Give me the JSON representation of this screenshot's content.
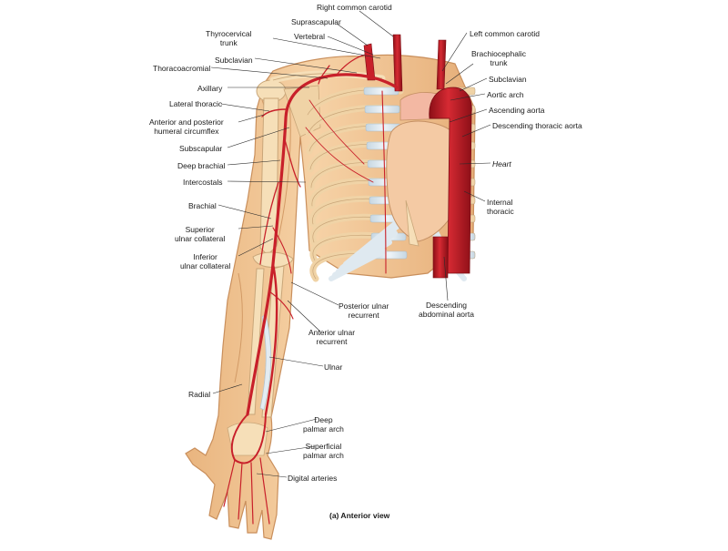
{
  "labels": {
    "right_common_carotid": "Right common carotid",
    "suprascapular": "Suprascapular",
    "thyrocervical_trunk": "Thyrocervical\ntrunk",
    "vertebral": "Vertebral",
    "subclavian_right": "Subclavian",
    "thoracoacromial": "Thoracoacromial",
    "axillary": "Axillary",
    "lateral_thoracic": "Lateral thoracic",
    "humeral_circumflex": "Anterior and posterior\nhumeral circumflex",
    "subscapular": "Subscapular",
    "deep_brachial": "Deep brachial",
    "intercostals": "Intercostals",
    "brachial": "Brachial",
    "superior_ulnar_collateral": "Superior\nulnar collateral",
    "inferior_ulnar_collateral": "Inferior\nulnar collateral",
    "radial": "Radial",
    "left_common_carotid": "Left common carotid",
    "brachiocephalic_trunk": "Brachiocephalic\ntrunk",
    "subclavian_left": "Subclavian",
    "aortic_arch": "Aortic arch",
    "ascending_aorta": "Ascending aorta",
    "descending_thoracic_aorta": "Descending thoracic aorta",
    "heart": "Heart",
    "internal_thoracic": "Internal\nthoracic",
    "descending_abdominal_aorta": "Descending\nabdominal aorta",
    "posterior_ulnar_recurrent": "Posterior ulnar\nrecurrent",
    "anterior_ulnar_recurrent": "Anterior ulnar\nrecurrent",
    "ulnar": "Ulnar",
    "deep_palmar_arch": "Deep\npalmar arch",
    "superficial_palmar_arch": "Superficial\npalmar arch",
    "digital_arteries": "Digital arteries"
  },
  "caption": "(a) Anterior view",
  "colors": {
    "artery": "#c8202a",
    "artery_dark": "#9b1219",
    "skin": "#f2c89a",
    "skin_edge": "#c98f5c",
    "bone": "#f6dfb8",
    "cartilage": "#d9e6ee",
    "heart": "#f4caa4",
    "leader": "#2a2a2a"
  }
}
